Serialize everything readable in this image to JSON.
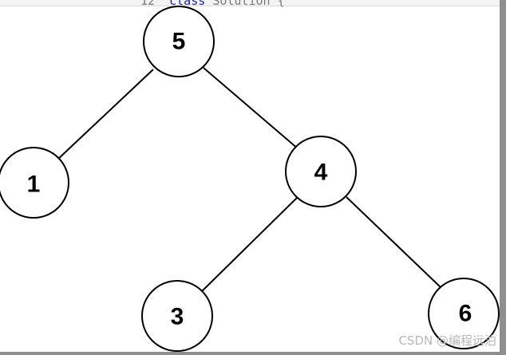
{
  "header_code": {
    "line_no": "12",
    "keyword": "class",
    "rest": "Solution {"
  },
  "tree": {
    "nodes": [
      {
        "id": "n5",
        "label": "5"
      },
      {
        "id": "n1",
        "label": "1"
      },
      {
        "id": "n4",
        "label": "4"
      },
      {
        "id": "n3",
        "label": "3"
      },
      {
        "id": "n6",
        "label": "6"
      }
    ],
    "edges": [
      {
        "from": "n5",
        "to": "n1"
      },
      {
        "from": "n5",
        "to": "n4"
      },
      {
        "from": "n4",
        "to": "n3"
      },
      {
        "from": "n4",
        "to": "n6"
      }
    ]
  },
  "watermark": "CSDN @编程远泊",
  "colors": {
    "stroke": "#000000",
    "fill": "#ffffff",
    "watermark": "#b8b8b8"
  }
}
